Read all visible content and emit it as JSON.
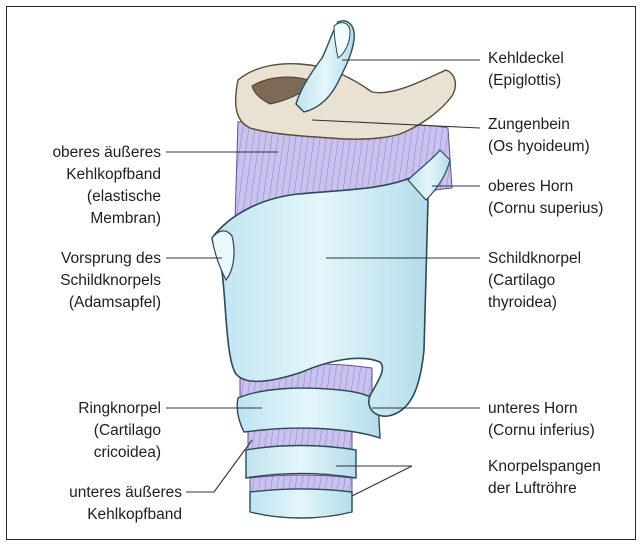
{
  "labels": {
    "epiglottis": [
      "Kehldeckel",
      "(Epiglottis)"
    ],
    "hyoid": [
      "Zungenbein",
      "(Os hyoideum)"
    ],
    "superior_horn": [
      "oberes Horn",
      "(Cornu superius)"
    ],
    "thyroid": [
      "Schildknorpel",
      "(Cartilago",
      "thyroidea)"
    ],
    "inferior_horn": [
      "unteres Horn",
      "(Cornu inferius)"
    ],
    "tracheal_rings": [
      "Knorpelspangen",
      "der Luftröhre"
    ],
    "upper_ligament": [
      "oberes äußeres",
      "Kehlkopfband",
      "(elastische",
      "Membran)"
    ],
    "adams_apple": [
      "Vorsprung des",
      "Schildknorpels",
      "(Adamsapfel)"
    ],
    "cricoid": [
      "Ringknorpel",
      "(Cartilago",
      "cricoidea)"
    ],
    "lower_ligament": [
      "unteres äußeres",
      "Kehlkopfband"
    ]
  },
  "colors": {
    "cartilage": "#d5eef6",
    "cartilage_stroke": "#2c4a57",
    "membrane": "#c9c1ee",
    "membrane_lines": "#8d80c8",
    "bone": "#e9e2d2",
    "bone_shadow": "#7d6a55",
    "leader": "#333333"
  }
}
